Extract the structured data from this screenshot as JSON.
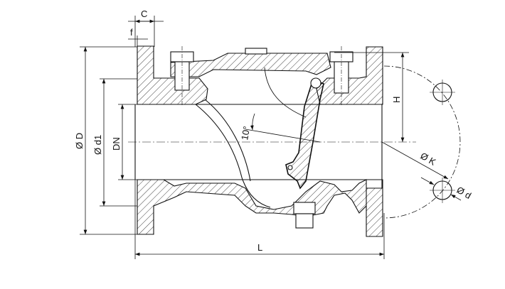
{
  "drawing": {
    "title": "Swing check valve sectional drawing",
    "dimensions": {
      "C": "C",
      "f": "f",
      "D": "Ø D",
      "d1": "Ø d1",
      "DN": "DN",
      "L": "L",
      "H": "H",
      "K": "Ø K",
      "d": "Ø d",
      "angle": "10°"
    },
    "colors": {
      "line": "#111111",
      "background": "#ffffff"
    }
  }
}
